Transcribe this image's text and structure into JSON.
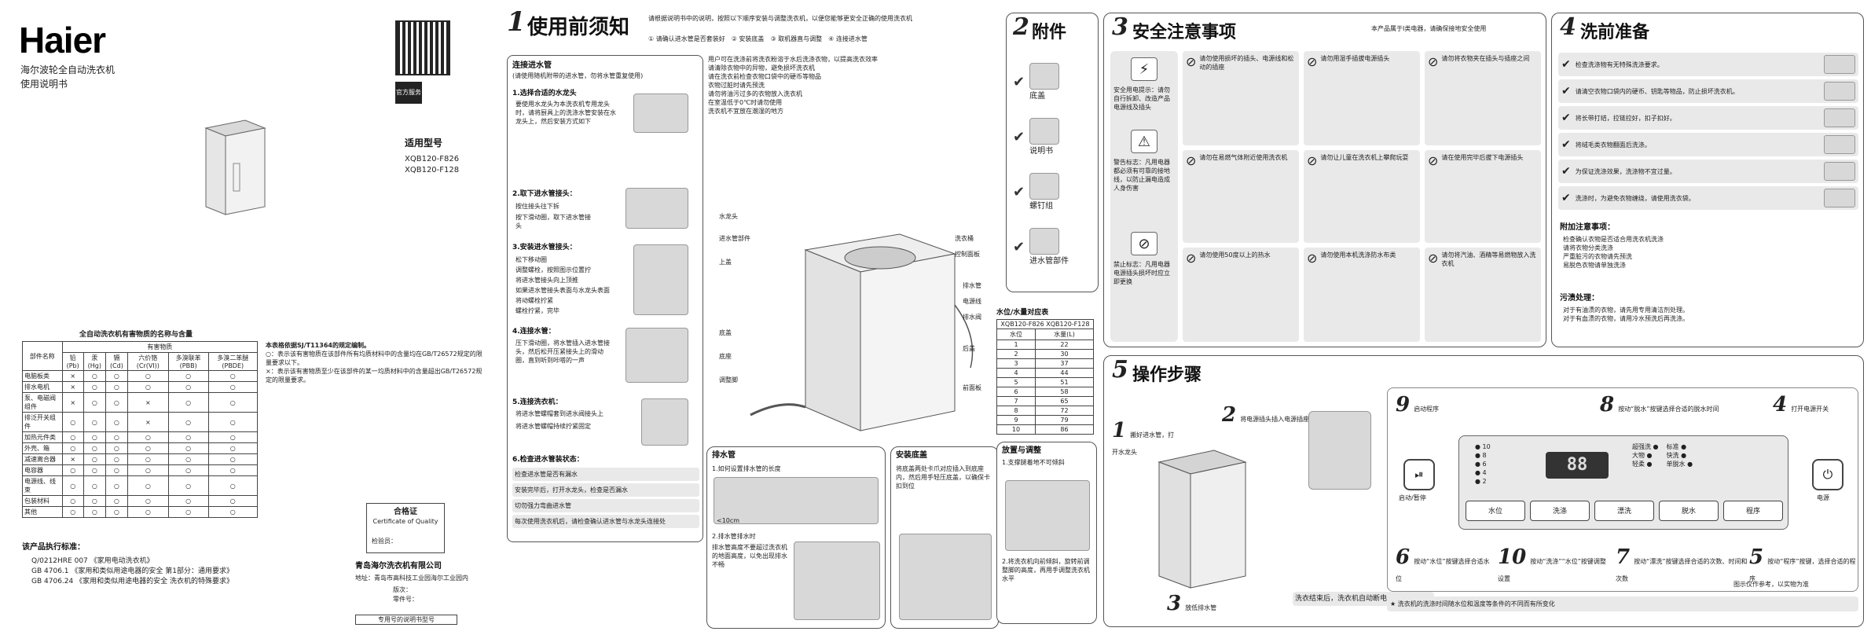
{
  "cover": {
    "brand": "Haier",
    "product_name": "海尔波轮全自动洗衣机",
    "doc_type": "使用说明书",
    "model_label": "适用型号",
    "models": [
      "XQB120-F826",
      "XQB120-F128"
    ],
    "qr_note": "官方服务",
    "standards_title": "该产品执行标准：",
    "standards": [
      "Q/0212HRE 007  《家用电动洗衣机》",
      "GB 4706.1 《家用和类似用途电器的安全 第1部分：通用要求》",
      "GB 4706.24 《家用和类似用途电器的安全 洗衣机的特殊要求》"
    ],
    "certificate_title": "合格证",
    "certificate_sub": "Certificate of Quality",
    "inspector": "检验员：",
    "company": "青岛海尔洗衣机有限公司",
    "address": "地址：青岛市高科技工业园海尔工业园内",
    "version": "版次：",
    "part_no": "零件号：",
    "bottom_note": "专用号的说明书型号"
  },
  "hazard_table": {
    "title": "全自动洗衣机有害物质的名称与含量",
    "group_header": "有害物质",
    "part_col": "部件名称",
    "substances": [
      "铅(Pb)",
      "汞(Hg)",
      "镉(Cd)",
      "六价铬(Cr(VI))",
      "多溴联苯(PBB)",
      "多溴二苯醚(PBDE)"
    ],
    "rows": [
      {
        "name": "电脑板类",
        "marks": [
          "×",
          "○",
          "○",
          "○",
          "○",
          "○"
        ]
      },
      {
        "name": "排水电机",
        "marks": [
          "×",
          "○",
          "○",
          "○",
          "○",
          "○"
        ]
      },
      {
        "name": "泵、电磁阀组件",
        "marks": [
          "×",
          "○",
          "○",
          "×",
          "○",
          "○"
        ]
      },
      {
        "name": "排泛开关组件",
        "marks": [
          "○",
          "○",
          "○",
          "×",
          "○",
          "○"
        ]
      },
      {
        "name": "加热元件类",
        "marks": [
          "○",
          "○",
          "○",
          "○",
          "○",
          "○"
        ]
      },
      {
        "name": "外壳、箱",
        "marks": [
          "○",
          "○",
          "○",
          "○",
          "○",
          "○"
        ]
      },
      {
        "name": "减速离合器",
        "marks": [
          "×",
          "○",
          "○",
          "○",
          "○",
          "○"
        ]
      },
      {
        "name": "电容器",
        "marks": [
          "○",
          "○",
          "○",
          "○",
          "○",
          "○"
        ]
      },
      {
        "name": "电源线、线束",
        "marks": [
          "○",
          "○",
          "○",
          "○",
          "○",
          "○"
        ]
      },
      {
        "name": "包装材料",
        "marks": [
          "○",
          "○",
          "○",
          "○",
          "○",
          "○"
        ]
      },
      {
        "name": "其他",
        "marks": [
          "○",
          "○",
          "○",
          "○",
          "○",
          "○"
        ]
      }
    ],
    "note_title": "本表格依据SJ/T11364的规定编制。",
    "note_1": "○：表示该有害物质在该部件所有均质材料中的含量均在GB/T26572规定的限量要求以下。",
    "note_2": "×：表示该有害物质至少在该部件的某一均质材料中的含量超出GB/T26572规定的限量要求。"
  },
  "section1": {
    "num": "1",
    "title": "使用前须知",
    "intro": "请根据说明书中的说明，按照以下顺序安装与调整洗衣机，以便您能够更安全正确的使用洗衣机",
    "steps_inline": [
      "① 请确认进水管是否套装好",
      "② 安装底盖",
      "③ 取机器直与调整",
      "④ 连接进水管"
    ],
    "connect_title": "连接进水管",
    "connect_sub": "(请使用随机附带的进水管，勿将水管重复使用)",
    "step1": "1.选择合适的水龙头",
    "step1_text": "要使用水龙头为本洗衣机专用龙头时，请将厨具上的洗涤水管安装在水龙头上，然后安装方式如下",
    "step2": "2.取下进水管接头：",
    "step2_a": "按住接头往下拆",
    "step2_b": "按下滑动圈，取下进水管接头",
    "step3": "3.安装进水管接头：",
    "step3_a": "松下移动圈",
    "step3_b": "调整螺栓，按照图示位置拧",
    "step3_c": "将进水管接头向上顶推",
    "step3_d": "如果进水管接头表面与水龙头表面",
    "step3_e": "将动螺栓拧紧",
    "step3_f": "螺栓拧紧，完毕",
    "step4": "4.连接水管：",
    "step4_text": "压下滑动圈，将水管插入进水管接头，然后松开压紧接头上的滑动圈，直到听到咔嗒的一声",
    "step5": "5.连接洗衣机：",
    "step5_a": "将进水管螺帽套到进水阀接头上",
    "step5_b": "将进水管螺帽持续拧紧固定",
    "step6": "6.检查进水管装状态：",
    "checks": [
      "检查进水管是否有漏水",
      "安装完毕后，打开水龙头，检查是否漏水",
      "切勿强力弯曲进水管",
      "每次使用洗衣机后，请检查确认进水管与水龙头连接处"
    ],
    "notes_right": [
      "用户可在洗涤前将洗衣粉溶于水后洗涤衣物，以提高洗衣效率",
      "请清除衣物中的异物，避免损坏洗衣机",
      "请在洗衣前检查衣物口袋中的硬币等物品",
      "衣物过脏时请先预洗",
      "请勿将油污过多的衣物放入洗衣机",
      "在室温低于0℃时请勿使用",
      "洗衣机不宜放在潮湿的地方"
    ],
    "parts": [
      "水龙头",
      "进水管部件",
      "洗衣桶",
      "上盖",
      "控制面板",
      "排水管",
      "电源线",
      "排水阀",
      "底盖",
      "调整脚",
      "底座",
      "后盖",
      "前面板"
    ],
    "drain_title": "排水管",
    "drain_1": "1.如何设置排水管的长度",
    "drain_1a": "<10cm",
    "drain_2": "2.排水管排水时",
    "drain_2_text": "排水管高度不要超过洗衣机的地面高度，以免出现排水不畅",
    "install_title": "安装底盖",
    "install_text": "将底盖两处卡爪对应插入到底座内，然后用手轻压底盖，以确保卡扣到位",
    "level_title": "放置与调整",
    "level_1": "1.支撑腿着地不可倾斜",
    "level_2": "2.将洗衣机向前倾斜，旋转前调整脚的高度，再用手调整洗衣机水平"
  },
  "section2": {
    "num": "2",
    "title": "附件",
    "items": [
      "底盖",
      "说明书",
      "螺钉组",
      "进水管部件"
    ]
  },
  "water_table": {
    "title": "水位/水量对应表",
    "header_model": "XQB120-F826 XQB120-F128",
    "col_level": "水位",
    "col_volume": "水量(L)",
    "rows": [
      [
        "1",
        "22"
      ],
      [
        "2",
        "30"
      ],
      [
        "3",
        "37"
      ],
      [
        "4",
        "44"
      ],
      [
        "5",
        "51"
      ],
      [
        "6",
        "58"
      ],
      [
        "7",
        "65"
      ],
      [
        "8",
        "72"
      ],
      [
        "9",
        "79"
      ],
      [
        "10",
        "86"
      ]
    ]
  },
  "section3": {
    "num": "3",
    "title": "安全注意事项",
    "sub_note": "本产品属于I类电器，请确保接地安全使用",
    "left_1": "安全用电提示：请勿自行拆卸、改造产品电源线及插头",
    "left_2": "警告标志：凡用电器都必须有可靠的接地线，以防止漏电造成人身伤害",
    "left_3": "禁止标志：凡用电器电源插头损坏时应立即更换",
    "items": [
      "请勿使用损坏的插头、电源线和松动的插座",
      "请勿用湿手插拔电源插头",
      "请勿将衣物夹在插头与插座之间",
      "请勿在易燃气体附近使用洗衣机",
      "请勿让儿童在洗衣机上攀爬玩耍",
      "请在使用完毕后拔下电源插头",
      "请勿使用50度以上的热水",
      "请勿使用本机洗涤防水布类",
      "请勿将汽油、酒精等易燃物放入洗衣机"
    ]
  },
  "section4": {
    "num": "4",
    "title": "洗前准备",
    "items": [
      "检查洗涤物有无特殊洗涤要求。",
      "请清空衣物口袋内的硬币、钥匙等物品，防止损坏洗衣机。",
      "将长带打结，拉链拉好，扣子扣好。",
      "将绒毛类衣物翻面后洗涤。",
      "为保证洗涤效果，洗涤物不宜过量。",
      "洗涤时，为避免衣物缠绕，请使用洗衣袋。"
    ],
    "attach_title": "附加注意事项：",
    "attach_items": [
      "检查确认衣物是否适合用洗衣机洗涤",
      "请将衣物分类洗涤",
      "严重脏污的衣物请先预洗",
      "易脱色衣物请单独洗涤"
    ],
    "stain_title": "污渍处理：",
    "stain_items": [
      "对于有油渍的衣物，请先用专用清洁剂处理。",
      "对于有血渍的衣物，请用冷水预洗后再洗涤。"
    ]
  },
  "section5": {
    "num": "5",
    "title": "操作步骤",
    "steps": [
      {
        "n": "1",
        "text": "搬好进水管，打开水龙头"
      },
      {
        "n": "2",
        "text": "将电源插头插入电源插座"
      },
      {
        "n": "3",
        "text": "放低排水管"
      },
      {
        "n": "4",
        "text": "打开电源开关"
      },
      {
        "n": "5",
        "text": "按动“程序”按键，选择合适的程序"
      },
      {
        "n": "6",
        "text": "按动“水位”按键选择合适水位"
      },
      {
        "n": "7",
        "text": "按动“漂洗”按键选择合适的次数、时间和次数"
      },
      {
        "n": "8",
        "text": "按动“脱水”按键选择合适的脱水时间"
      },
      {
        "n": "9",
        "text": "启动程序"
      },
      {
        "n": "10",
        "text": "按动“洗涤”“水位”按键调整设置"
      }
    ],
    "panel_buttons": [
      "启动/暂停",
      "水位",
      "洗涤",
      "漂洗",
      "脱水",
      "程序",
      "电源"
    ],
    "water_levels": [
      "10",
      "8",
      "6",
      "4",
      "2"
    ],
    "programs": [
      "超强洗",
      "标准",
      "大物",
      "快洗",
      "轻柔",
      "单脱水"
    ],
    "end_text": "洗衣结束后，洗衣机自动断电",
    "footnote": "★ 洗衣机的洗涤时间随水位和温度等条件的不同而有所变化",
    "panel_note": "图示仅作参考，以实物为准"
  }
}
